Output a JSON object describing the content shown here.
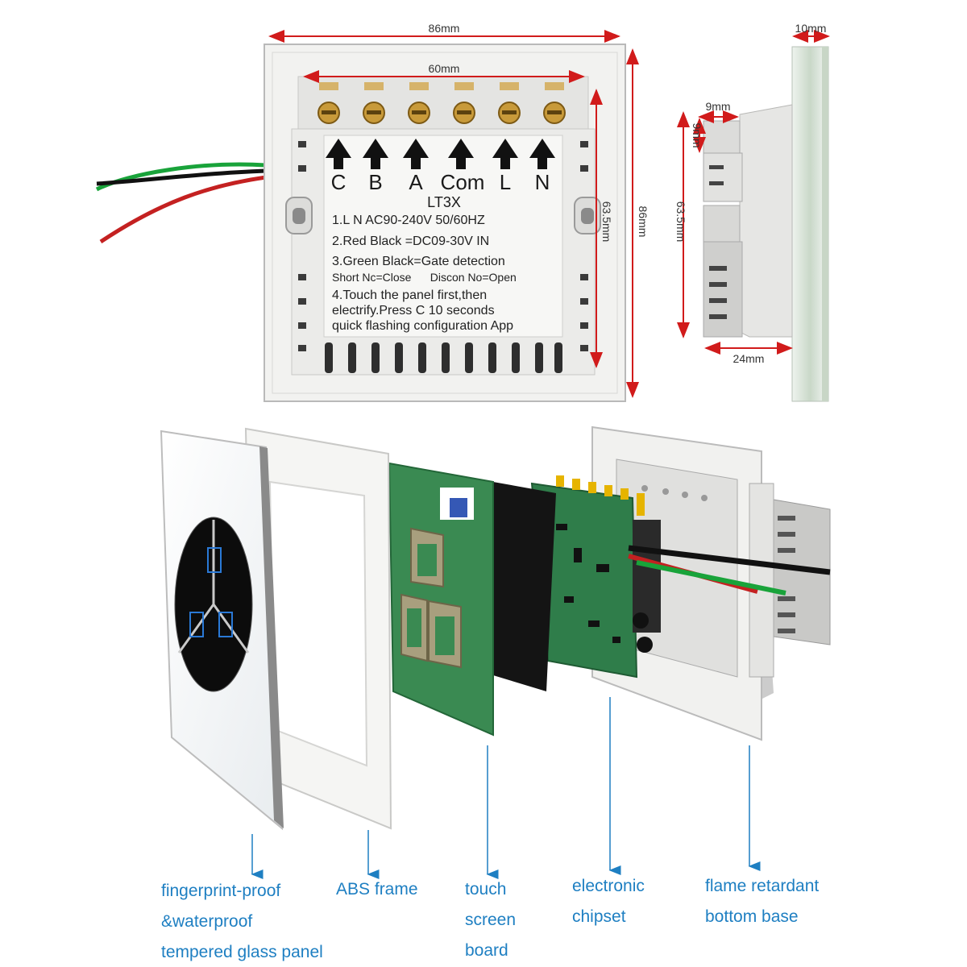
{
  "dimensions": {
    "back_width": "86mm",
    "terminal_span": "60mm",
    "back_height_inner": "63.5mm",
    "back_height_outer": "86mm",
    "side_thickness": "10mm",
    "side_step_w": "9mm",
    "side_step_h": "9mm",
    "side_height": "63.5mm",
    "side_depth": "24mm"
  },
  "terminals": [
    "C",
    "B",
    "A",
    "Com",
    "L",
    "N"
  ],
  "label_sticker": {
    "model": "LT3X",
    "lines": [
      "1.L N AC90-240V 50/60HZ",
      "2.Red Black =DC09-30V IN",
      "3.Green Black=Gate detection",
      "Short Nc=Close      Discon No=Open",
      "4.Touch the panel first,then",
      "electrify.Press C 10 seconds",
      "quick flashing configuration App"
    ]
  },
  "components": [
    {
      "name": "glass-panel",
      "caption": [
        "fingerprint-proof",
        "&waterproof",
        "tempered glass panel"
      ]
    },
    {
      "name": "abs-frame",
      "caption": [
        "ABS frame"
      ]
    },
    {
      "name": "touch-board",
      "caption": [
        "touch",
        "screen",
        "board"
      ]
    },
    {
      "name": "chipset",
      "caption": [
        "electronic",
        "chipset"
      ]
    },
    {
      "name": "bottom-base",
      "caption": [
        "flame retardant",
        "bottom base"
      ]
    }
  ],
  "colors": {
    "dimension_red": "#d11b1b",
    "caption_blue": "#1e7fc2",
    "pcb_green": "#2f7d4a",
    "wire_green": "#19a33a",
    "wire_red": "#c42121",
    "wire_black": "#111111"
  }
}
